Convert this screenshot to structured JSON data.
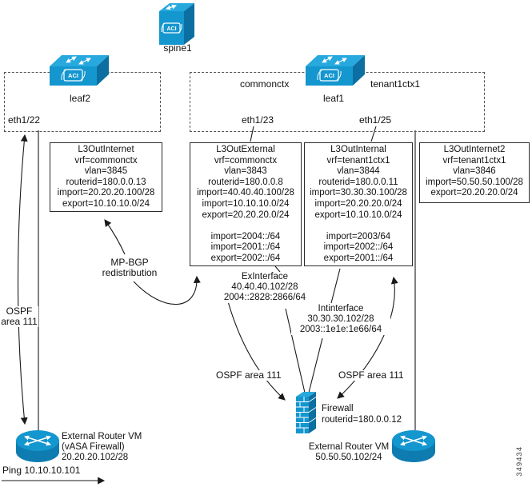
{
  "devices": {
    "spine1_label": "spine1",
    "leaf2_label": "leaf2",
    "leaf1_label": "leaf1",
    "aci_badge": "ACI",
    "firewall": {
      "line1": "Firewall",
      "line2": "routerid=180.0.0.12"
    },
    "router_left": {
      "line1": "External Router VM",
      "line2": "(vASA Firewall)",
      "line3": "20.20.20.102/28"
    },
    "router_right": {
      "line1": "External Router VM",
      "line2": "50.50.50.102/24"
    }
  },
  "contexts": {
    "common": "commonctx",
    "tenant": "tenant1ctx1"
  },
  "ports": {
    "eth22": "eth1/22",
    "eth23": "eth1/23",
    "eth25": "eth1/25"
  },
  "l3out_boxes": [
    {
      "id": "l3out-internet",
      "lines": [
        "L3OutInternet",
        "vrf=commonctx",
        "vlan=3845",
        "routerid=180.0.0.13",
        "import=20.20.20.100/28",
        "export=10.10.10.0/24"
      ]
    },
    {
      "id": "l3out-external",
      "lines": [
        "L3OutExternal",
        "vrf=commonctx",
        "vlan=3843",
        "routerid=180.0.0.8",
        "import=40.40.40.100/28",
        "import=10.10.10.0/24",
        "export=20.20.20.0/24",
        "import=2004::/64",
        "import=2001::/64",
        "export=2002::/64"
      ]
    },
    {
      "id": "l3out-internal",
      "lines": [
        "L3OutInternal",
        "vrf=tenant1ctx1",
        "vlan=3844",
        "routerid=180.0.0.11",
        "import=30.30.30.100/28",
        "import=20.20.20.0/24",
        "export=10.10.10.0/24",
        "import=2003/64",
        "import=2002::/64",
        "export=2001::/64"
      ]
    },
    {
      "id": "l3out-internet2",
      "lines": [
        "L3OutInternet2",
        "vrf=tenant1ctx1",
        "vlan=3846",
        "import=50.50.50.100/28",
        "export=20.20.20.0/24"
      ]
    }
  ],
  "annotations": {
    "mpbgp": {
      "line1": "MP-BGP",
      "line2": "redistribution"
    },
    "ospf_left": {
      "line1": "OSPF",
      "line2": "area 111"
    },
    "ex_interface": {
      "line1": "ExInterface",
      "line2": "40.40.40.102/28",
      "line3": "2004::2828:2866/64"
    },
    "int_interface": {
      "line1": "Intinterface",
      "line2": "30.30.30.102/28",
      "line3": "2003::1e1e:1e66/64"
    },
    "ospf_mid_left": "OSPF area 111",
    "ospf_mid_right": "OSPF area 111",
    "ping": "Ping 10.10.10.101",
    "figure_number": "349434"
  },
  "colors": {
    "device_main": "#1496cf",
    "device_dark": "#0d6fa1",
    "device_light": "#27a9de",
    "line": "#1a1a1a"
  }
}
